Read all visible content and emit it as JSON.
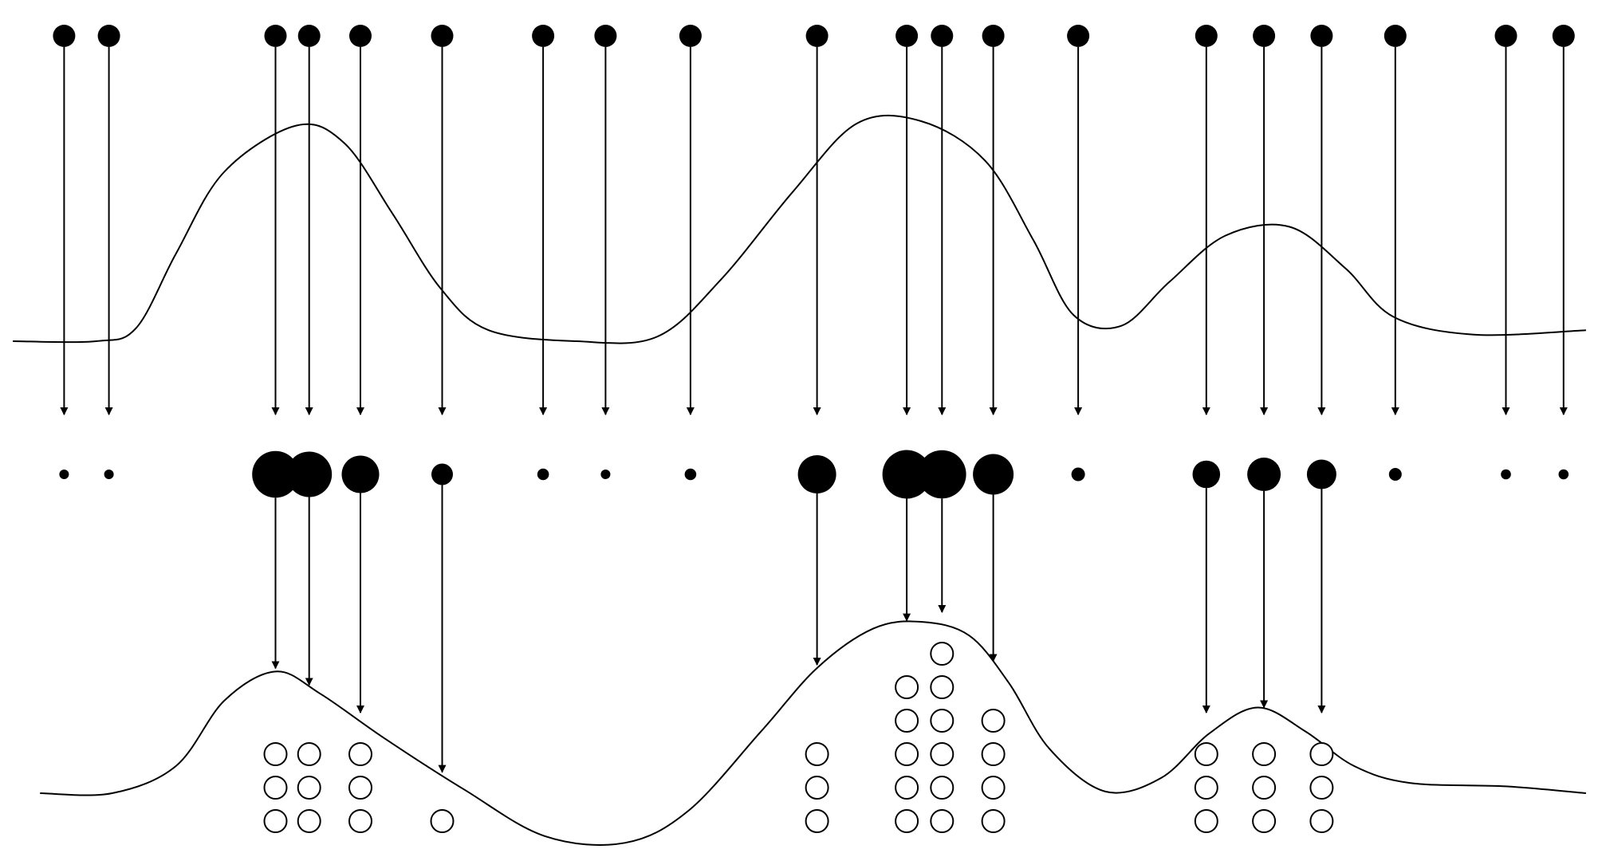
{
  "diagram": {
    "colors": {
      "ink": "#000000",
      "paper": "#ffffff"
    },
    "samples": [
      {
        "x": 0.04,
        "top_weight": 0.0,
        "stack": 0
      },
      {
        "x": 0.068,
        "top_weight": 0.0,
        "stack": 0
      },
      {
        "x": 0.172,
        "top_weight": 0.93,
        "stack": 3
      },
      {
        "x": 0.193,
        "top_weight": 0.9,
        "stack": 3
      },
      {
        "x": 0.225,
        "top_weight": 0.7,
        "stack": 3
      },
      {
        "x": 0.276,
        "top_weight": 0.3,
        "stack": 1
      },
      {
        "x": 0.339,
        "top_weight": 0.05,
        "stack": 0
      },
      {
        "x": 0.378,
        "top_weight": 0.0,
        "stack": 0
      },
      {
        "x": 0.431,
        "top_weight": 0.05,
        "stack": 0
      },
      {
        "x": 0.51,
        "top_weight": 0.72,
        "stack": 3
      },
      {
        "x": 0.566,
        "top_weight": 0.98,
        "stack": 5
      },
      {
        "x": 0.588,
        "top_weight": 0.97,
        "stack": 6
      },
      {
        "x": 0.62,
        "top_weight": 0.78,
        "stack": 4
      },
      {
        "x": 0.673,
        "top_weight": 0.1,
        "stack": 0
      },
      {
        "x": 0.753,
        "top_weight": 0.45,
        "stack": 3
      },
      {
        "x": 0.789,
        "top_weight": 0.6,
        "stack": 3
      },
      {
        "x": 0.825,
        "top_weight": 0.5,
        "stack": 3
      },
      {
        "x": 0.871,
        "top_weight": 0.08,
        "stack": 0
      },
      {
        "x": 0.94,
        "top_weight": 0.01,
        "stack": 0
      },
      {
        "x": 0.976,
        "top_weight": 0.01,
        "stack": 0
      }
    ],
    "top_curve": [
      [
        0.008,
        0.0
      ],
      [
        0.06,
        0.0
      ],
      [
        0.085,
        0.06
      ],
      [
        0.11,
        0.4
      ],
      [
        0.14,
        0.77
      ],
      [
        0.185,
        0.98
      ],
      [
        0.215,
        0.9
      ],
      [
        0.245,
        0.58
      ],
      [
        0.275,
        0.24
      ],
      [
        0.305,
        0.05
      ],
      [
        0.36,
        0.0
      ],
      [
        0.41,
        0.02
      ],
      [
        0.45,
        0.28
      ],
      [
        0.495,
        0.68
      ],
      [
        0.535,
        0.99
      ],
      [
        0.575,
        1.0
      ],
      [
        0.615,
        0.82
      ],
      [
        0.645,
        0.46
      ],
      [
        0.67,
        0.12
      ],
      [
        0.7,
        0.07
      ],
      [
        0.73,
        0.27
      ],
      [
        0.765,
        0.48
      ],
      [
        0.805,
        0.52
      ],
      [
        0.84,
        0.33
      ],
      [
        0.87,
        0.11
      ],
      [
        0.92,
        0.03
      ],
      [
        0.99,
        0.05
      ]
    ],
    "bottom_curve": [
      [
        0.025,
        0.0
      ],
      [
        0.07,
        0.0
      ],
      [
        0.11,
        0.16
      ],
      [
        0.14,
        0.54
      ],
      [
        0.172,
        0.71
      ],
      [
        0.2,
        0.58
      ],
      [
        0.24,
        0.32
      ],
      [
        0.29,
        0.02
      ],
      [
        0.34,
        -0.25
      ],
      [
        0.39,
        -0.29
      ],
      [
        0.43,
        -0.1
      ],
      [
        0.475,
        0.36
      ],
      [
        0.51,
        0.73
      ],
      [
        0.545,
        0.96
      ],
      [
        0.575,
        1.0
      ],
      [
        0.605,
        0.92
      ],
      [
        0.63,
        0.64
      ],
      [
        0.655,
        0.26
      ],
      [
        0.69,
        0.01
      ],
      [
        0.725,
        0.09
      ],
      [
        0.755,
        0.35
      ],
      [
        0.785,
        0.5
      ],
      [
        0.815,
        0.36
      ],
      [
        0.845,
        0.16
      ],
      [
        0.88,
        0.06
      ],
      [
        0.94,
        0.04
      ],
      [
        0.99,
        0.0
      ]
    ]
  }
}
